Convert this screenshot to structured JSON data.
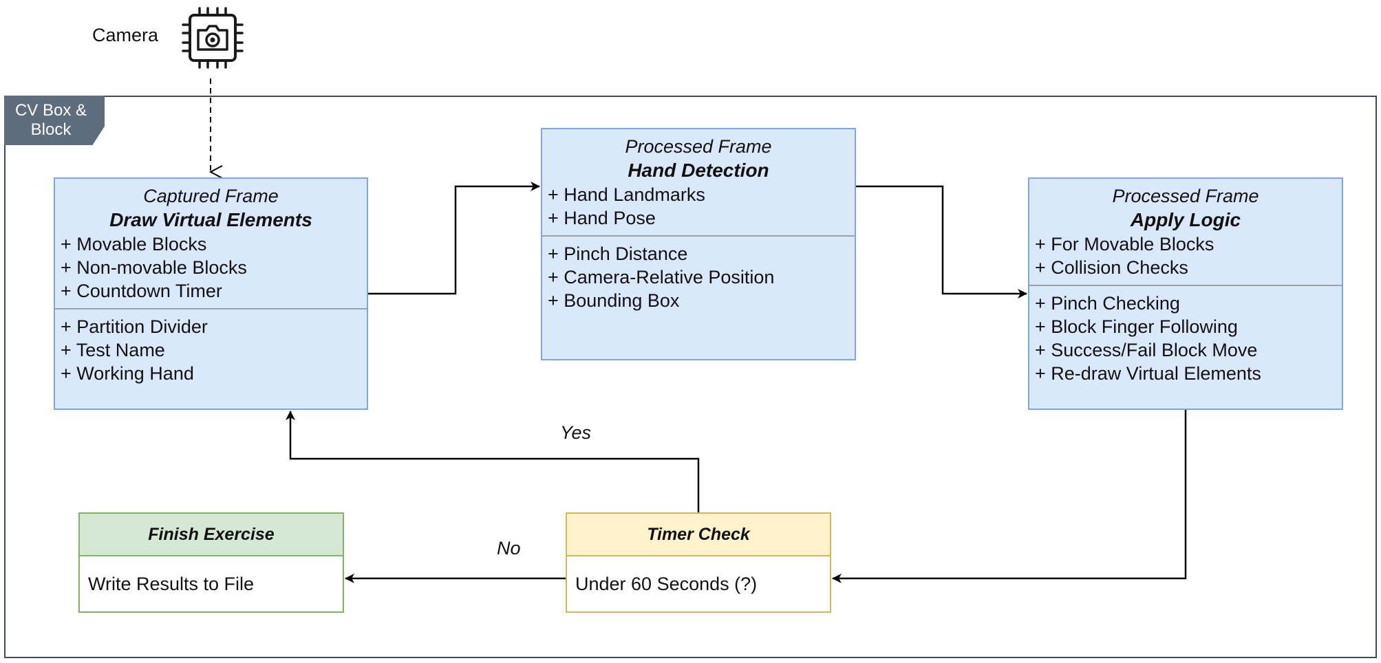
{
  "container": {
    "label_line1": "CV Box &",
    "label_line2": "Block"
  },
  "camera": {
    "label": "Camera",
    "icon": "camera-chip-icon"
  },
  "captured_frame": {
    "stereotype": "Captured Frame",
    "title": "Draw Virtual Elements",
    "attributes": [
      "+ Movable Blocks",
      "+ Non-movable Blocks",
      "+ Countdown Timer"
    ],
    "operations": [
      "+ Partition Divider",
      "+ Test Name",
      "+ Working Hand"
    ]
  },
  "hand_detection": {
    "stereotype": "Processed Frame",
    "title": "Hand Detection",
    "attributes": [
      "+ Hand Landmarks",
      "+ Hand Pose"
    ],
    "operations": [
      "+ Pinch Distance",
      "+ Camera-Relative Position",
      "+ Bounding Box"
    ]
  },
  "apply_logic": {
    "stereotype": "Processed Frame",
    "title": "Apply Logic",
    "attributes": [
      "+ For Movable Blocks",
      "+ Collision Checks"
    ],
    "operations": [
      "+ Pinch Checking",
      "+ Block Finger Following",
      "+ Success/Fail Block Move",
      "+ Re-draw Virtual Elements"
    ]
  },
  "finish_exercise": {
    "title": "Finish Exercise",
    "body": "Write Results to File"
  },
  "timer_check": {
    "title": "Timer Check",
    "body": "Under 60 Seconds (?)"
  },
  "edges": {
    "yes": "Yes",
    "no": "No"
  },
  "colors": {
    "class_fill": "#dae8fc",
    "class_stroke": "#7ea6e0",
    "finish_fill": "#d5e8d4",
    "finish_stroke": "#82b366",
    "timer_fill": "#fff2cc",
    "timer_stroke": "#d6b656",
    "container_stroke": "#3c4b5a",
    "container_tag": "#5d6d7e"
  }
}
